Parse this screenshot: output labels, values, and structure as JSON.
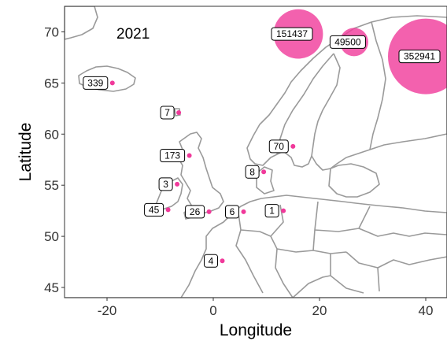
{
  "chart_data": {
    "type": "scatter",
    "map": "Europe",
    "title": "",
    "annotation": "2021",
    "xlabel": "Longitude",
    "ylabel": "Latitude",
    "xlim": [
      -28,
      44
    ],
    "ylim": [
      44,
      72.5
    ],
    "xticks": [
      -20,
      0,
      20,
      40
    ],
    "yticks": [
      45,
      50,
      55,
      60,
      65,
      70
    ],
    "grid": false,
    "marker_color": "#f0399a",
    "points": [
      {
        "lon": -19.0,
        "lat": 65.0,
        "value": 339,
        "label": "339"
      },
      {
        "lon": -6.5,
        "lat": 62.1,
        "value": 7,
        "label": "7"
      },
      {
        "lon": -4.5,
        "lat": 57.9,
        "value": 173,
        "label": "173"
      },
      {
        "lon": -6.8,
        "lat": 55.1,
        "value": 3,
        "label": "3"
      },
      {
        "lon": -8.5,
        "lat": 52.6,
        "value": 45,
        "label": "45"
      },
      {
        "lon": -0.8,
        "lat": 52.4,
        "value": 26,
        "label": "26"
      },
      {
        "lon": 5.7,
        "lat": 52.4,
        "value": 6,
        "label": "6"
      },
      {
        "lon": 13.2,
        "lat": 52.5,
        "value": 1,
        "label": "1"
      },
      {
        "lon": 9.5,
        "lat": 56.3,
        "value": 8,
        "label": "8"
      },
      {
        "lon": 15.0,
        "lat": 58.8,
        "value": 70,
        "label": "70"
      },
      {
        "lon": 1.7,
        "lat": 47.6,
        "value": 4,
        "label": "4"
      },
      {
        "lon": 16.0,
        "lat": 69.8,
        "value": 151437,
        "label": "151437"
      },
      {
        "lon": 26.5,
        "lat": 69.0,
        "value": 49500,
        "label": "49500"
      },
      {
        "lon": 40.0,
        "lat": 67.6,
        "value": 352941,
        "label": "352941"
      }
    ]
  }
}
